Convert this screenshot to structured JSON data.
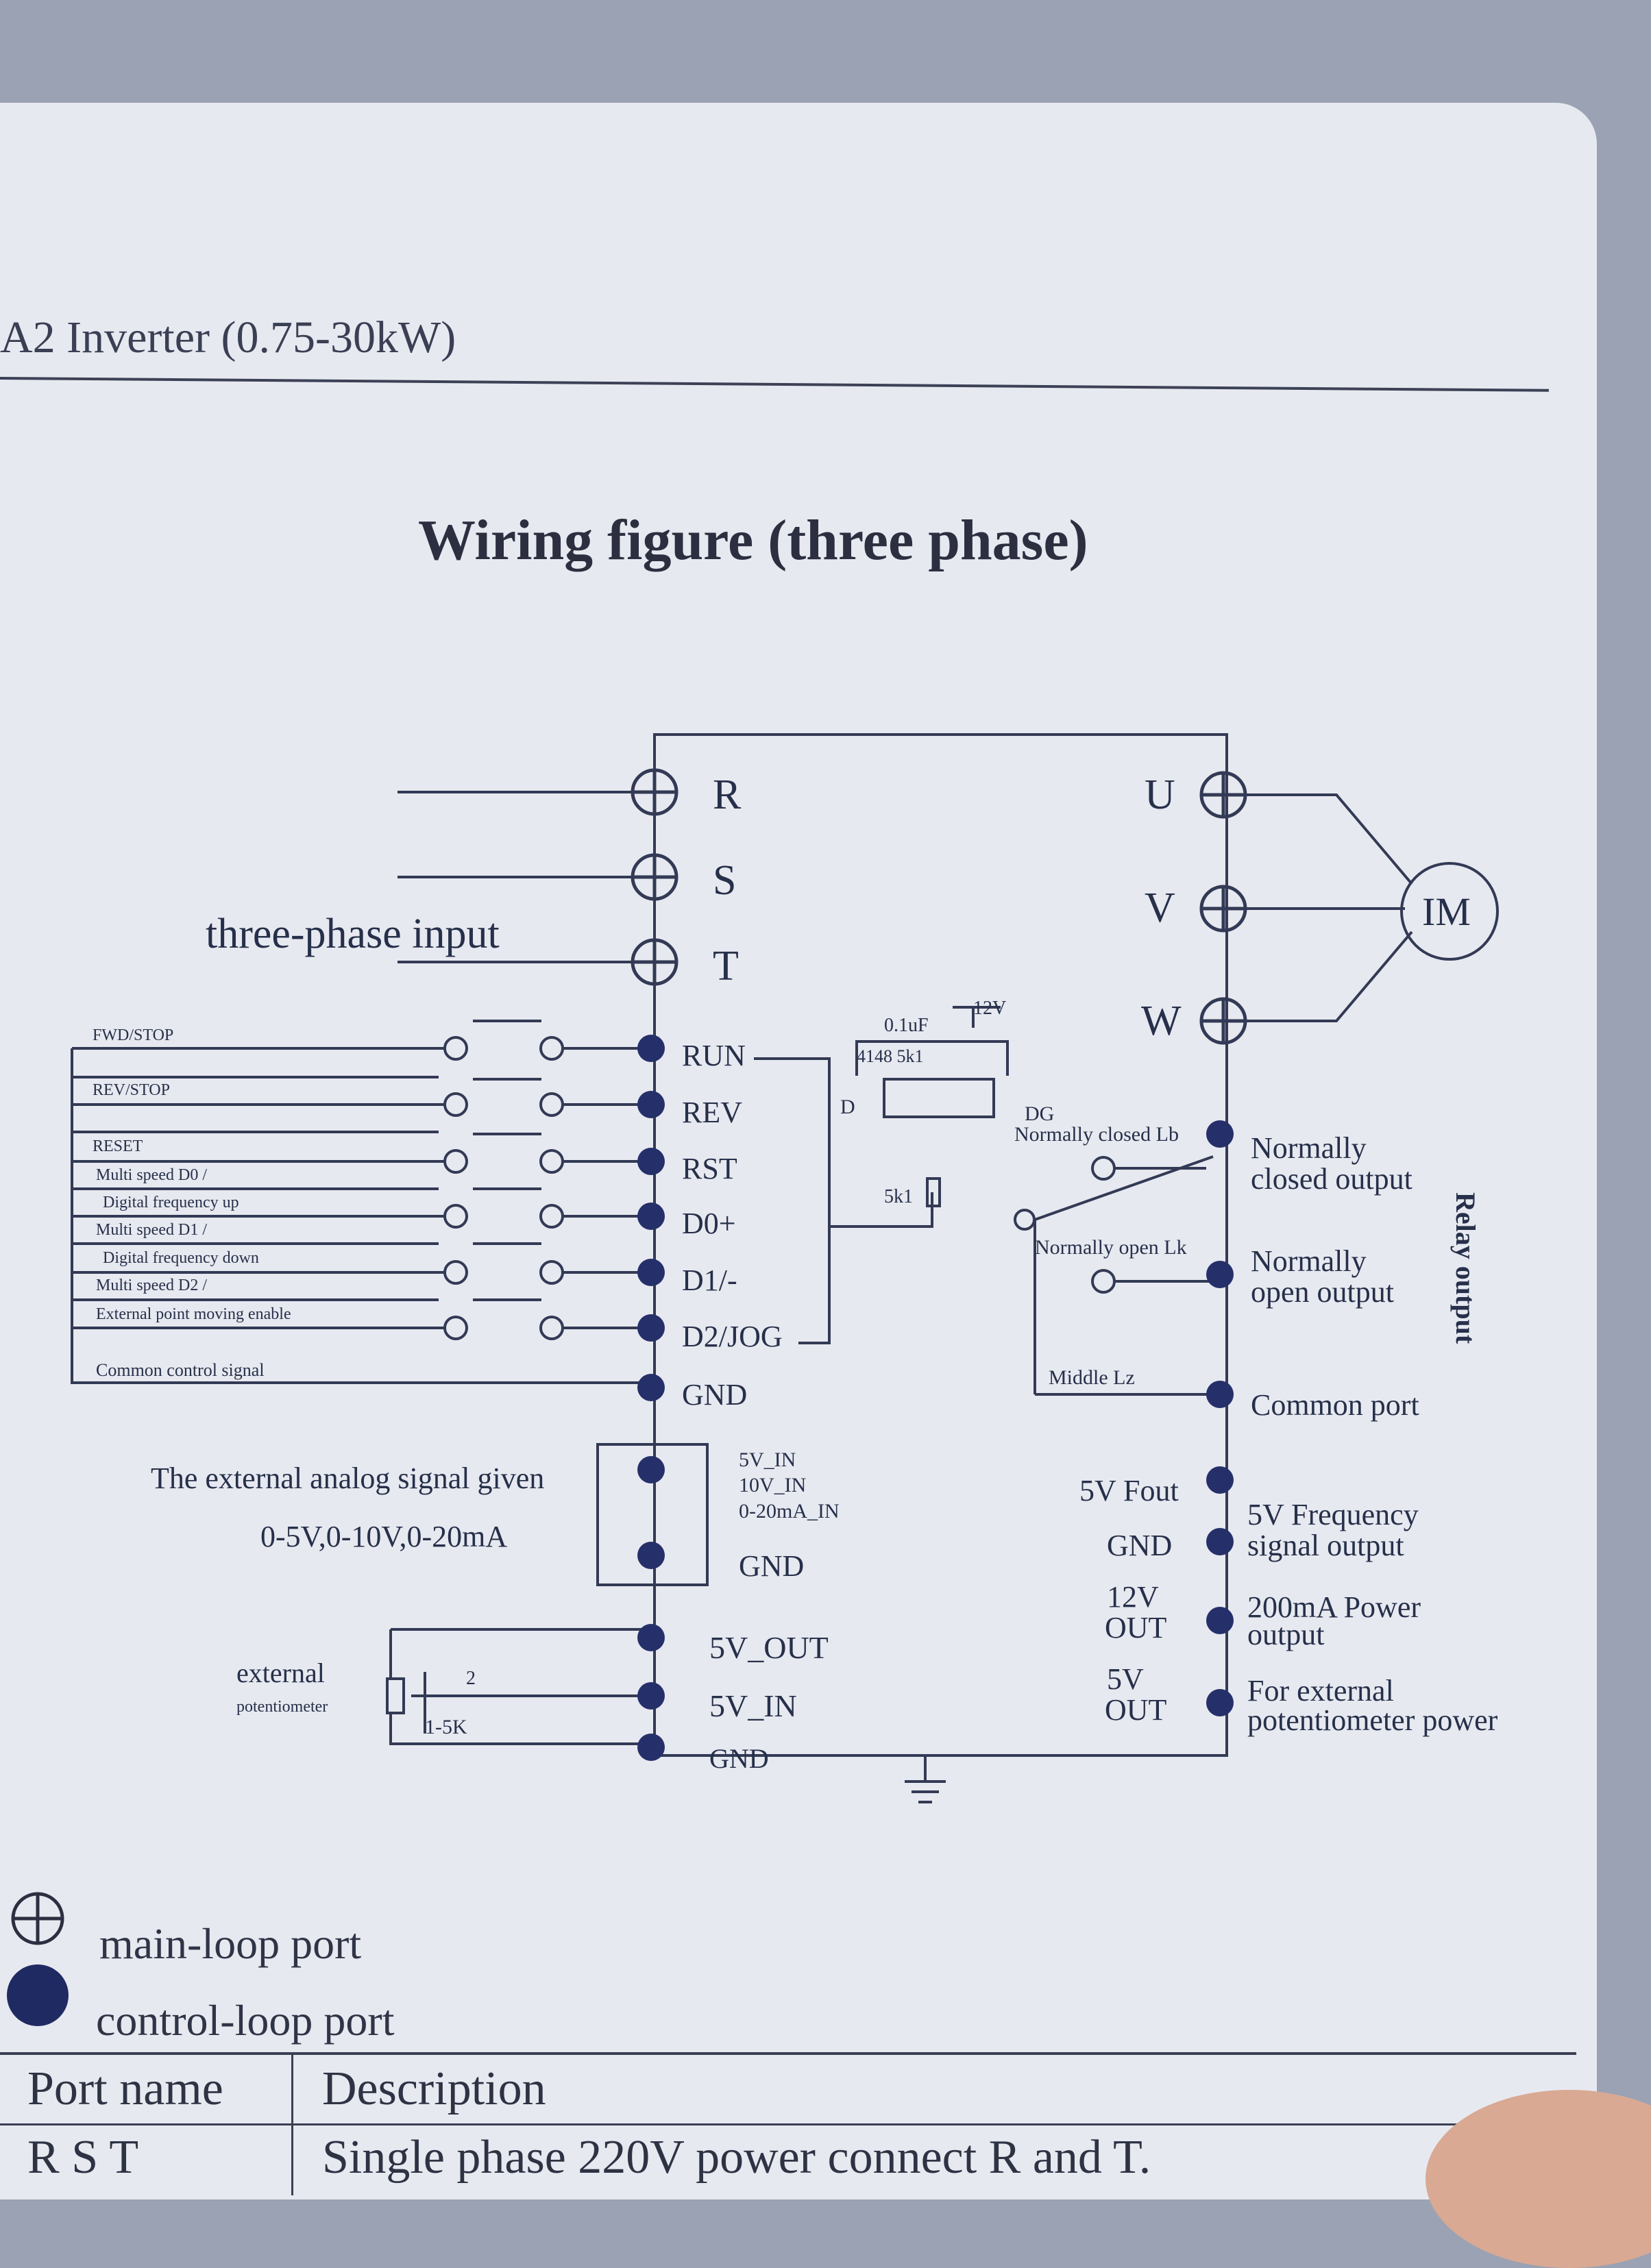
{
  "header": {
    "title": "A2 Inverter (0.75-30kW)"
  },
  "figure": {
    "title": "Wiring figure (three phase)"
  },
  "main_terminals": {
    "input": [
      "R",
      "S",
      "T"
    ],
    "output": [
      "U",
      "V",
      "W"
    ],
    "motor": "IM",
    "input_label": "three-phase input"
  },
  "control_inputs": {
    "terminals": [
      "RUN",
      "REV",
      "RST",
      "D0+",
      "D1/-",
      "D2/JOG",
      "GND"
    ],
    "signals": [
      "FWD/STOP",
      "REV/STOP",
      "RESET",
      "Multi speed D0 /",
      "Digital frequency  up",
      "Multi speed D1 /",
      "Digital frequency  down",
      "Multi speed D2 /",
      "External point moving enable",
      "Common control signal"
    ]
  },
  "analog_input": {
    "label1": "The external analog signal given",
    "label2": "0-5V,0-10V,0-20mA",
    "terminals": [
      "5V_IN",
      "10V_IN",
      "0-20mA_IN",
      "GND"
    ]
  },
  "potentiometer": {
    "label1": "external",
    "label2": "potentiometer",
    "range": "1-5K",
    "pin": "2",
    "terminals": [
      "5V_OUT",
      "5V_IN",
      "GND"
    ]
  },
  "circuit": {
    "cap": "0.1uF",
    "v12": "12V",
    "diode_res": "4148 5k1",
    "d": "D",
    "dg": "DG",
    "res2": "5k1"
  },
  "relay": {
    "nc_label": "Normally closed Lb",
    "no_label": "Normally open Lk",
    "common_label": "Middle Lz",
    "nc_output": [
      "Normally",
      "closed output"
    ],
    "no_output": [
      "Normally",
      "open output"
    ],
    "common_port": "Common port",
    "side_label": "Relay output"
  },
  "outputs": {
    "fout": "5V Fout",
    "gnd": "GND",
    "v12": [
      "12V",
      "OUT"
    ],
    "v5": [
      "5V",
      "OUT"
    ],
    "fout_desc": [
      "5V Frequency",
      "signal output"
    ],
    "power_desc": [
      "200mA Power",
      "output"
    ],
    "pot_desc": [
      "For external",
      "potentiometer power"
    ]
  },
  "legend": {
    "main": "main-loop port",
    "control": "control-loop port"
  },
  "table": {
    "headers": [
      "Port name",
      "Description"
    ],
    "rows": [
      [
        "R    S    T",
        "Single phase 220V power connect R and T."
      ]
    ]
  }
}
